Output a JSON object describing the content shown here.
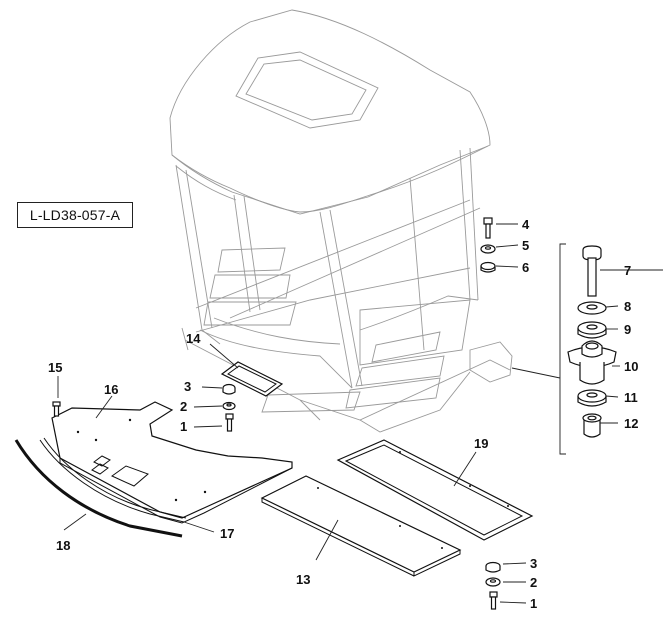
{
  "reference_code": "L-LD38-057-A",
  "callouts": {
    "c1a": "1",
    "c2a": "2",
    "c3a": "3",
    "c4": "4",
    "c5": "5",
    "c6": "6",
    "c7": "7",
    "c8": "8",
    "c9": "9",
    "c10": "10",
    "c11": "11",
    "c12": "12",
    "c13": "13",
    "c14": "14",
    "c15": "15",
    "c16": "16",
    "c17": "17",
    "c18": "18",
    "c19": "19",
    "c1b": "1",
    "c2b": "2",
    "c3b": "3"
  }
}
